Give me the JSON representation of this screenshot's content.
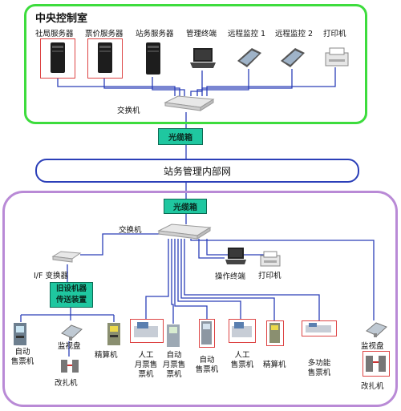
{
  "control_room": {
    "title": "中央控制室",
    "devices": [
      {
        "label": "社局服务器",
        "icon": "server-icon"
      },
      {
        "label": "票价服务器",
        "icon": "server-icon"
      },
      {
        "label": "站务服务器",
        "icon": "server-icon"
      },
      {
        "label": "管理终端",
        "icon": "laptop-icon"
      },
      {
        "label": "远程监控 1",
        "icon": "tablet-icon"
      },
      {
        "label": "远程监控 2",
        "icon": "tablet-icon"
      },
      {
        "label": "打印机",
        "icon": "printer-icon"
      }
    ],
    "switch_label": "交换机"
  },
  "fiber_box_top": "光缆箱",
  "network": "站务管理内部网",
  "station": {
    "fiber_box": "光缆箱",
    "switch_label": "交换机",
    "if_converter": "I/F 变换器",
    "legacy_line1": "旧设机器",
    "legacy_line2": "传送装置",
    "operator_terminal": "操作终端",
    "printer": "打印机",
    "legacy_devices": [
      {
        "label": "自动\n售票机"
      },
      {
        "label": "监视盘"
      },
      {
        "label": "精算机"
      },
      {
        "label": "改扎机"
      }
    ],
    "new_devices": [
      {
        "label": "人工\n月票售\n票机"
      },
      {
        "label": "自动\n月票售\n票机"
      },
      {
        "label": "自动\n售票机"
      },
      {
        "label": "人工\n售票机"
      },
      {
        "label": "精算机"
      },
      {
        "label": "多功能\n售票机"
      },
      {
        "label": "监视盘"
      },
      {
        "label": "改扎机"
      }
    ]
  },
  "colors": {
    "control_border": "#3ddc3d",
    "station_border": "#b98ad6",
    "fiber_box": "#1fc7a0",
    "lan_border": "#2b3fb8",
    "frame_red": "#dd4444"
  }
}
